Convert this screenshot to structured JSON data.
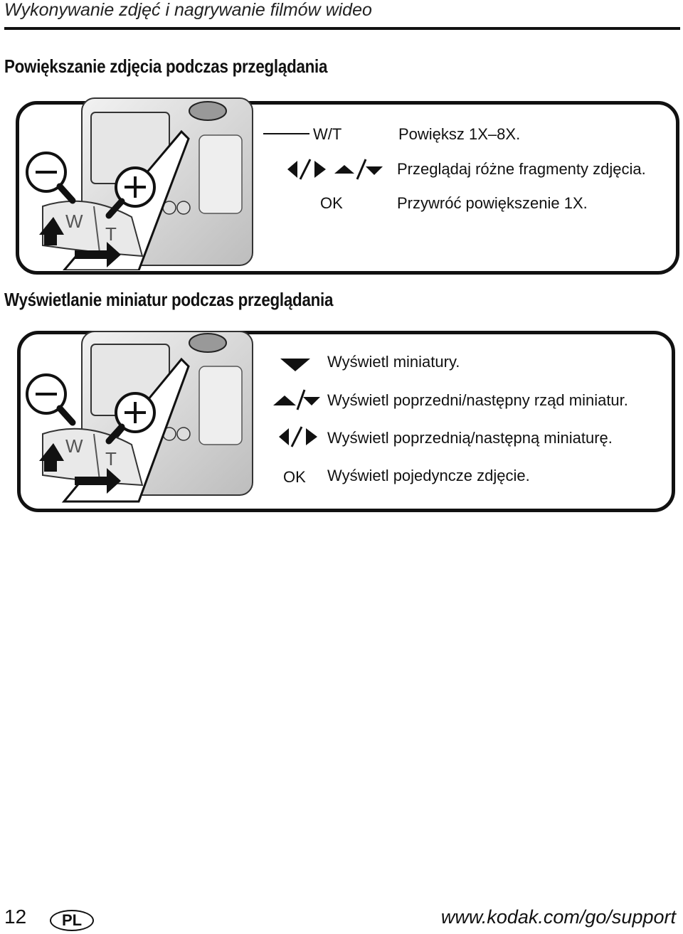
{
  "header": {
    "title": "Wykonywanie zdjęć i nagrywanie filmów wideo"
  },
  "section1": {
    "title": "Powiększanie zdjęcia podczas przeglądania",
    "camera_labels": {
      "wide": "W",
      "tele": "T"
    },
    "rows": [
      {
        "key": "W/T",
        "icon": "",
        "desc": "Powiększ 1X–8X."
      },
      {
        "key": "",
        "icon": "left-right-up-down-arrows-icon",
        "desc": "Przeglądaj różne fragmenty zdjęcia."
      },
      {
        "key": "OK",
        "icon": "",
        "desc": "Przywróć powiększenie 1X."
      }
    ]
  },
  "section2": {
    "title": "Wyświetlanie miniatur podczas przeglądania",
    "camera_labels": {
      "wide": "W",
      "tele": "T"
    },
    "rows": [
      {
        "key": "",
        "icon": "down-arrow-icon",
        "desc": "Wyświetl miniatury."
      },
      {
        "key": "",
        "icon": "up-down-arrows-icon",
        "desc": "Wyświetl poprzedni/następny rząd miniatur."
      },
      {
        "key": "",
        "icon": "left-right-arrows-icon",
        "desc": "Wyświetl poprzednią/następną miniaturę."
      },
      {
        "key": "OK",
        "icon": "",
        "desc": "Wyświetl pojedyncze zdjęcie."
      }
    ]
  },
  "footer": {
    "page_number": "12",
    "language": "PL",
    "url": "www.kodak.com/go/support"
  }
}
